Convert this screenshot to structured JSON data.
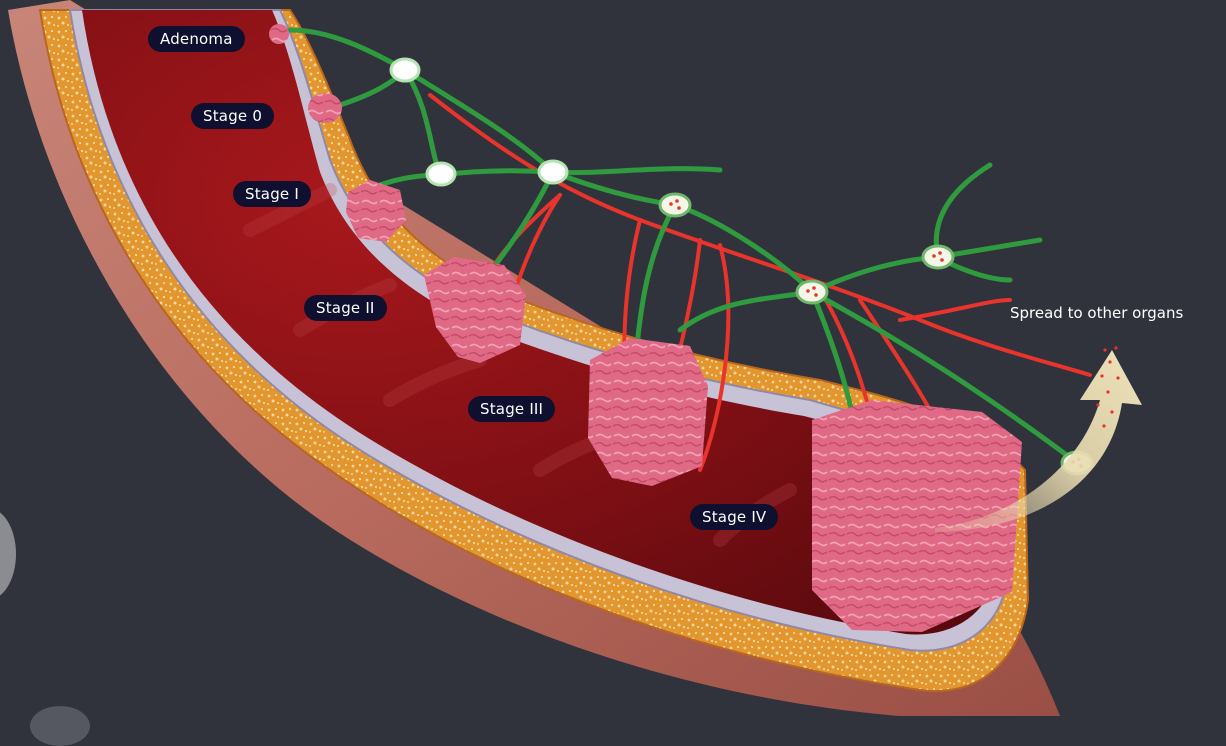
{
  "stages": {
    "adenoma": "Adenoma",
    "stage0": "Stage 0",
    "stage1": "Stage I",
    "stage2": "Stage II",
    "stage3": "Stage III",
    "stage4": "Stage IV"
  },
  "spread_label": "Spread to other organs",
  "colors": {
    "background": "#30333b",
    "label_bg": "#0f1030",
    "fat_layer": "#e3962e",
    "lumen": "#8c1418",
    "vessel_red": "#e8342c",
    "lymph_green": "#2f9a3e",
    "tumor": "#e06a86",
    "arrow": "#e9dbb0"
  }
}
